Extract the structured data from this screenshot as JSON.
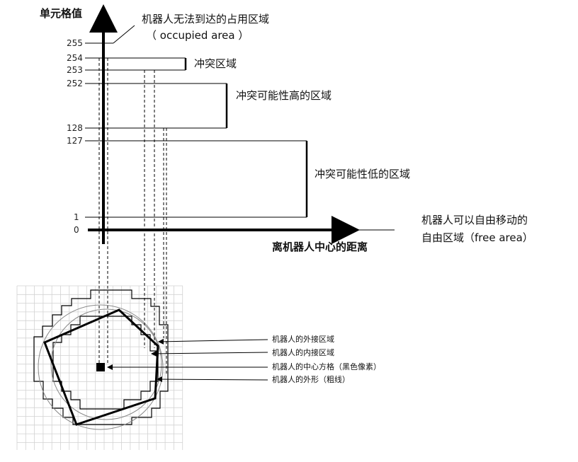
{
  "axes": {
    "y_title": "单元格值",
    "x_title": "离机器人中心的距离"
  },
  "y_ticks": [
    "255",
    "254",
    "253",
    "252",
    "128",
    "127",
    "1",
    "0"
  ],
  "regions": {
    "occupied_line1": "机器人无法到达的占用区域",
    "occupied_line2": "（ occupied area ）",
    "collision": "冲突区域",
    "high": "冲突可能性高的区域",
    "low": "冲突可能性低的区域",
    "free_line1": "机器人可以自由移动的",
    "free_line2": "自由区域（free area）"
  },
  "legend": {
    "outer": "机器人的外接区域",
    "inner": "机器人的内接区域",
    "center": "机器人的中心方格（黑色像素）",
    "shape": "机器人的外形（粗线）"
  }
}
